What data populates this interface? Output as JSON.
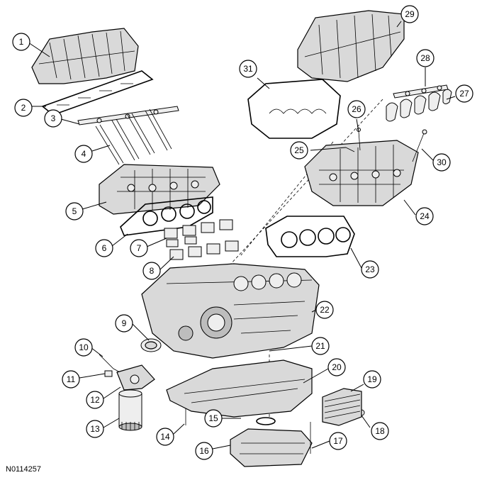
{
  "figure_ref": "N0114257",
  "callouts": [
    "1",
    "2",
    "3",
    "4",
    "5",
    "6",
    "7",
    "8",
    "9",
    "10",
    "11",
    "12",
    "13",
    "14",
    "15",
    "16",
    "17",
    "18",
    "19",
    "20",
    "21",
    "22",
    "23",
    "24",
    "25",
    "26",
    "27",
    "28",
    "29",
    "30",
    "31"
  ]
}
